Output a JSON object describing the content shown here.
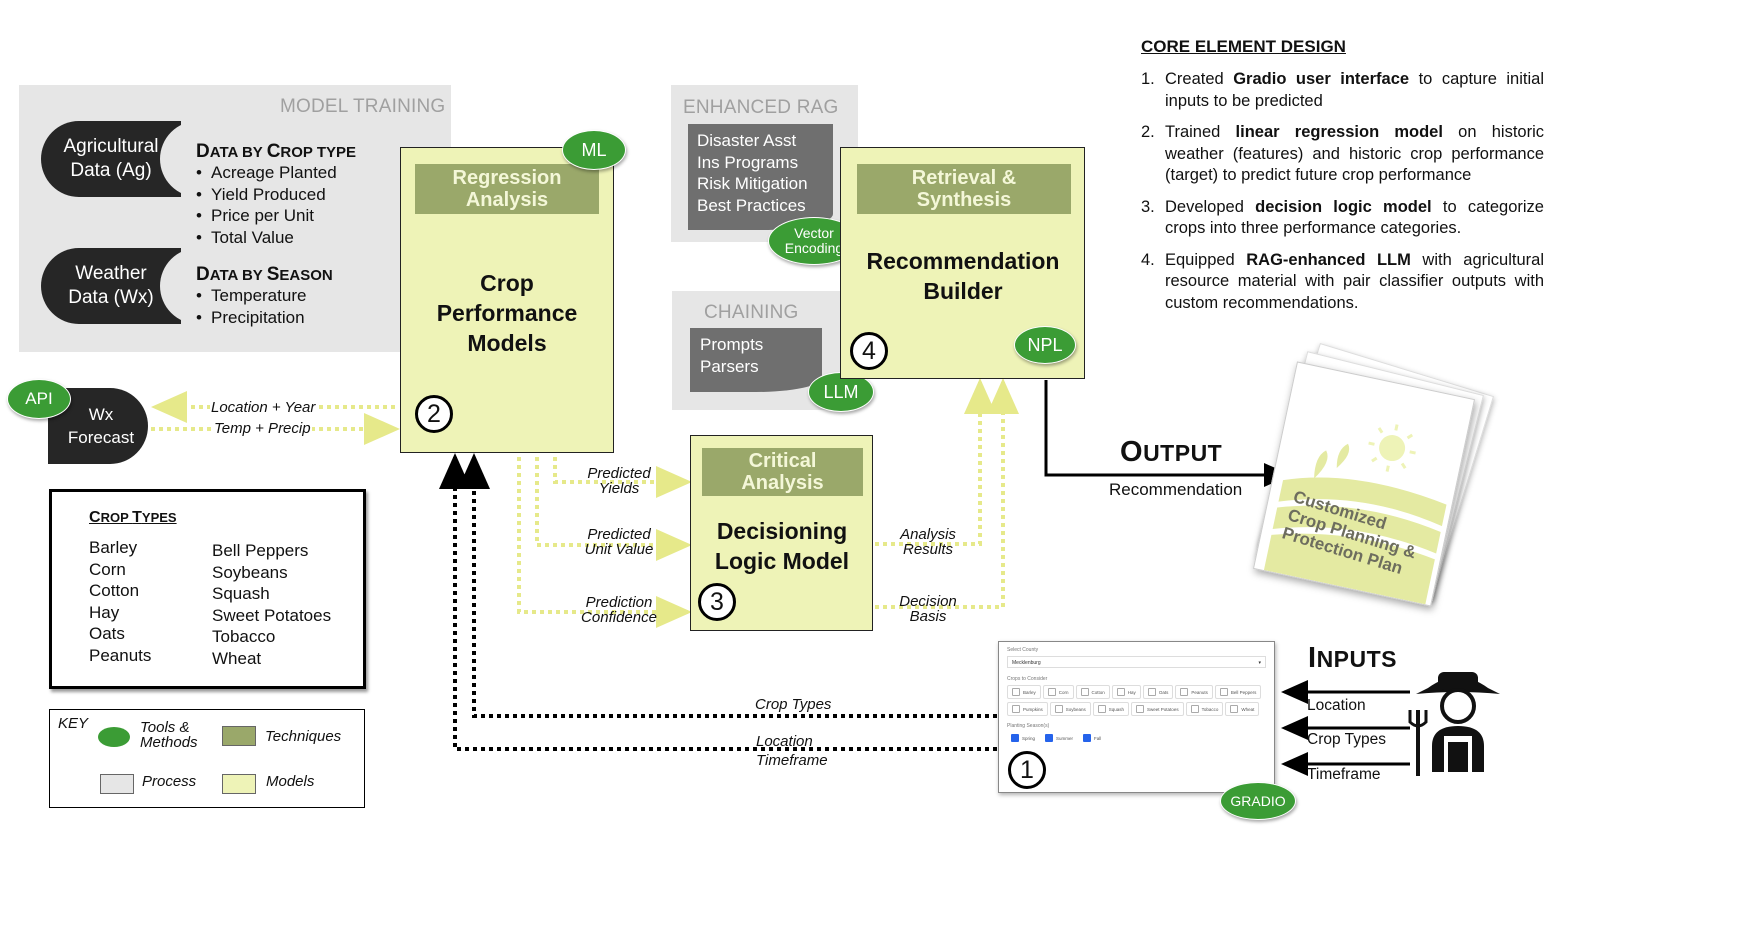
{
  "core": {
    "heading": "CORE ELEMENT DESIGN",
    "items": [
      {
        "num": "1.",
        "pre": "Created ",
        "bold": "Gradio user interface",
        "post": " to capture initial inputs to be predicted"
      },
      {
        "num": "2.",
        "pre": "Trained ",
        "bold": "linear regression model",
        "post": " on historic weather (features) and historic crop performance (target) to predict future crop performance"
      },
      {
        "num": "3.",
        "pre": "Developed ",
        "bold": "decision logic model",
        "post": " to categorize crops into three performance categories."
      },
      {
        "num": "4.",
        "pre": "Equipped ",
        "bold": "RAG-enhanced LLM",
        "post": " with agricultural resource material with pair classifier outputs with custom recommendations."
      }
    ]
  },
  "training": {
    "title": "MODEL TRAINING",
    "ag_data": "Agricultural Data (Ag)",
    "wx_data": "Weather Data (Wx)",
    "crop_heading_first": "D",
    "crop_heading_rest": "ATA BY ",
    "crop_heading_c": "C",
    "crop_heading_tail": "ROP TYPE",
    "crop_items": [
      "Acreage Planted",
      "Yield Produced",
      "Price per Unit",
      "Total Value"
    ],
    "season_heading_first": "D",
    "season_heading_rest": "ATA BY ",
    "season_heading_s": "S",
    "season_heading_tail": "EASON",
    "season_items": [
      "Temperature",
      "Precipitation"
    ]
  },
  "crop_model": {
    "technique": "Regression Analysis",
    "title": "Crop Performance Models",
    "badge": "ML",
    "step": "2"
  },
  "rag": {
    "title": "ENHANCED RAG",
    "items": [
      "Disaster Asst",
      "Ins Programs",
      "Risk Mitigation",
      "Best Practices"
    ],
    "badge": "Vector Encoding"
  },
  "chaining": {
    "title": "CHAINING",
    "items": [
      "Prompts",
      "Parsers"
    ],
    "badge": "LLM"
  },
  "recommendation": {
    "technique": "Retrieval & Synthesis",
    "title": "Recommendation Builder",
    "badge": "NPL",
    "step": "4"
  },
  "decision": {
    "technique": "Critical Analysis",
    "title": "Decisioning Logic Model",
    "step": "3"
  },
  "forecast": {
    "label": "Wx Forecast",
    "badge": "API",
    "flow_out": "Location + Year",
    "flow_in": "Temp + Precip"
  },
  "flows": {
    "predicted_yields": "Predicted Yields",
    "predicted_unit_value": "Predicted Unit Value",
    "prediction_confidence": "Prediction Confidence",
    "analysis_results": "Analysis Results",
    "decision_basis": "Decision Basis",
    "crop_types": "Crop Types",
    "location": "Location",
    "timeframe": "Timeframe"
  },
  "output": {
    "heading_first": "O",
    "heading_rest": "UTPUT",
    "sub": "Recommendation",
    "doc_title": "Customized Crop Planning & Protection Plan"
  },
  "inputs": {
    "heading_first": "I",
    "heading_rest": "NPUTS",
    "items": [
      "Location",
      "Crop Types",
      "Timeframe"
    ]
  },
  "gradio": {
    "badge": "GRADIO",
    "step": "1",
    "county_label": "Select County",
    "county_value": "Mecklenburg",
    "crops_label": "Crops to Consider",
    "crops_row1": [
      "Barley",
      "Corn",
      "Cotton",
      "Hay",
      "Oats",
      "Peanuts",
      "Bell Peppers"
    ],
    "crops_row2": [
      "Pumpkins",
      "Soybeans",
      "Squash",
      "Sweet Potatoes",
      "Tobacco",
      "Wheat"
    ],
    "season_label": "Planting Season(s)",
    "seasons": [
      "Spring",
      "Summer",
      "Fall"
    ]
  },
  "crop_types": {
    "heading_first": "C",
    "heading_rest": "ROP ",
    "heading_t": "T",
    "heading_tail": "YPES",
    "col1": [
      "Barley",
      "Corn",
      "Cotton",
      "Hay",
      "Oats",
      "Peanuts"
    ],
    "col2": [
      "Bell Peppers",
      "Soybeans",
      "Squash",
      "Sweet Potatoes",
      "Tobacco",
      "Wheat"
    ]
  },
  "key": {
    "title": "KEY",
    "tools": "Tools & Methods",
    "techniques": "Techniques",
    "process": "Process",
    "models": "Models"
  },
  "colors": {
    "model_fill": "#eef3b7",
    "technique_fill": "#9aa86a",
    "process_fill": "#e6e6e6",
    "tool_oval": "#3b9c35",
    "flow_dotted": "#e6e98a"
  }
}
